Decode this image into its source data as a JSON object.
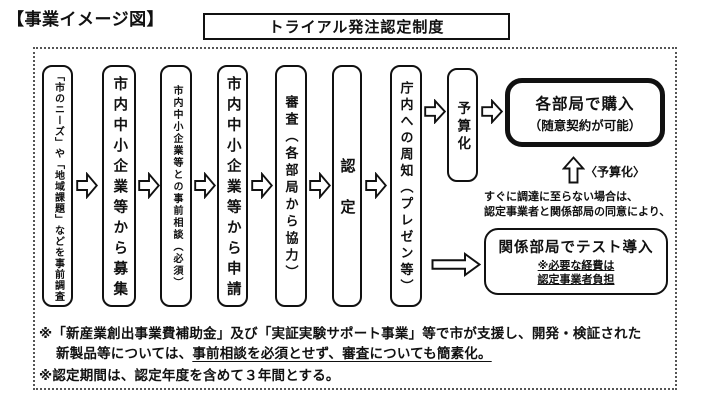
{
  "page": {
    "title": "【事業イメージ図】"
  },
  "header": {
    "label": "トライアル発注認定制度"
  },
  "flow": {
    "steps": [
      "「市のニーズ」や「地域課題」などを事前調査",
      "市内中小企業等から募集",
      "市内中小企業等との事前相談（必須）",
      "市内中小企業等から申請",
      "審査（各部局から協力）",
      "認定",
      "庁内への周知（プレゼン等）",
      "予算化"
    ],
    "purchase": {
      "title": "各部局で購入",
      "subtitle": "（随意契約が可能）"
    },
    "budget_arrow_label": "〈予算化〉"
  },
  "test_route": {
    "condition_line1": "すぐに調達に至らない場合は、",
    "condition_line2": "認定事業者と関係部局の同意により、",
    "box": {
      "title": "関係部局でテスト導入",
      "note_line1": "※必要な経費は",
      "note_line2": "認定事業者負担"
    }
  },
  "footnotes": {
    "note1_line1": "※「新産業創出事業費補助金」及び「実証実験サポート事業」等で市が支援し、開発・検証された",
    "note1_line2_plain": "新製品等については、",
    "note1_line2_underline": "事前相談を必須とせず、審査についても簡素化。",
    "note2": "※認定期間は、認定年度を含めて３年間とする。"
  },
  "colors": {
    "ink": "#111111",
    "background": "#ffffff"
  }
}
